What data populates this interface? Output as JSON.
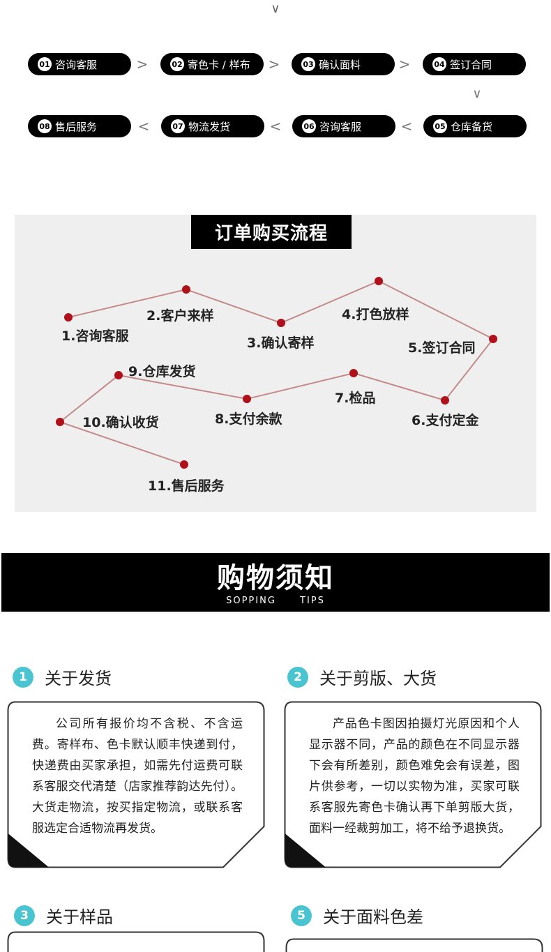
{
  "steps": {
    "top_chevron": "∨",
    "row1": [
      {
        "num": "01",
        "label": "咨询客服"
      },
      {
        "num": "02",
        "label": "寄色卡 / 样布"
      },
      {
        "num": "03",
        "label": "确认面料"
      },
      {
        "num": "04",
        "label": "签订合同"
      }
    ],
    "row2": [
      {
        "num": "08",
        "label": "售后服务"
      },
      {
        "num": "07",
        "label": "物流发货"
      },
      {
        "num": "06",
        "label": "咨询客服"
      },
      {
        "num": "05",
        "label": "仓库备货"
      }
    ],
    "arrow_right": ">",
    "arrow_left": "<",
    "arrow_down": "∨"
  },
  "flow": {
    "title": "订单购买流程",
    "line_color": "#c48a8a",
    "dot_color": "#b0101a",
    "nodes": [
      {
        "label": "1.咨询客服"
      },
      {
        "label": "2.客户来样"
      },
      {
        "label": "3.确认寄样"
      },
      {
        "label": "4.打色放样"
      },
      {
        "label": "5.签订合同"
      },
      {
        "label": "6.支付定金"
      },
      {
        "label": "7.检品"
      },
      {
        "label": "8.支付余款"
      },
      {
        "label": "9.仓库发货"
      },
      {
        "label": "10.确认收货"
      },
      {
        "label": "11.售后服务"
      }
    ]
  },
  "banner": {
    "title": "购物须知",
    "subtitle_left": "SOPPING",
    "subtitle_right": "TIPS"
  },
  "notices": [
    {
      "num": "1",
      "title": "关于发货",
      "body": "公司所有报价均不含税、不含运费。寄样布、色卡默认顺丰快递到付，快递费由买家承担，如需先付运费可联系客服交代清楚（店家推荐韵达先付）。大货走物流，按买指定物流，或联系客服选定合适物流再发货。"
    },
    {
      "num": "2",
      "title": "关于剪版、大货",
      "body": "产品色卡图因拍摄灯光原因和个人显示器不同，产品的颜色在不同显示器下会有所差别，颜色难免会有误差，图片供参考，一切以实物为准，买家可联系客服先寄色卡确认再下单剪版大货，面料一经裁剪加工，将不给予退换货。"
    },
    {
      "num": "3",
      "title": "关于样品",
      "body": ""
    },
    {
      "num": "5",
      "title": "关于面料色差",
      "body": ""
    }
  ],
  "colors": {
    "badge": "#4bc4d1",
    "pill_bg": "#000000",
    "flow_bg": "#efefef"
  }
}
